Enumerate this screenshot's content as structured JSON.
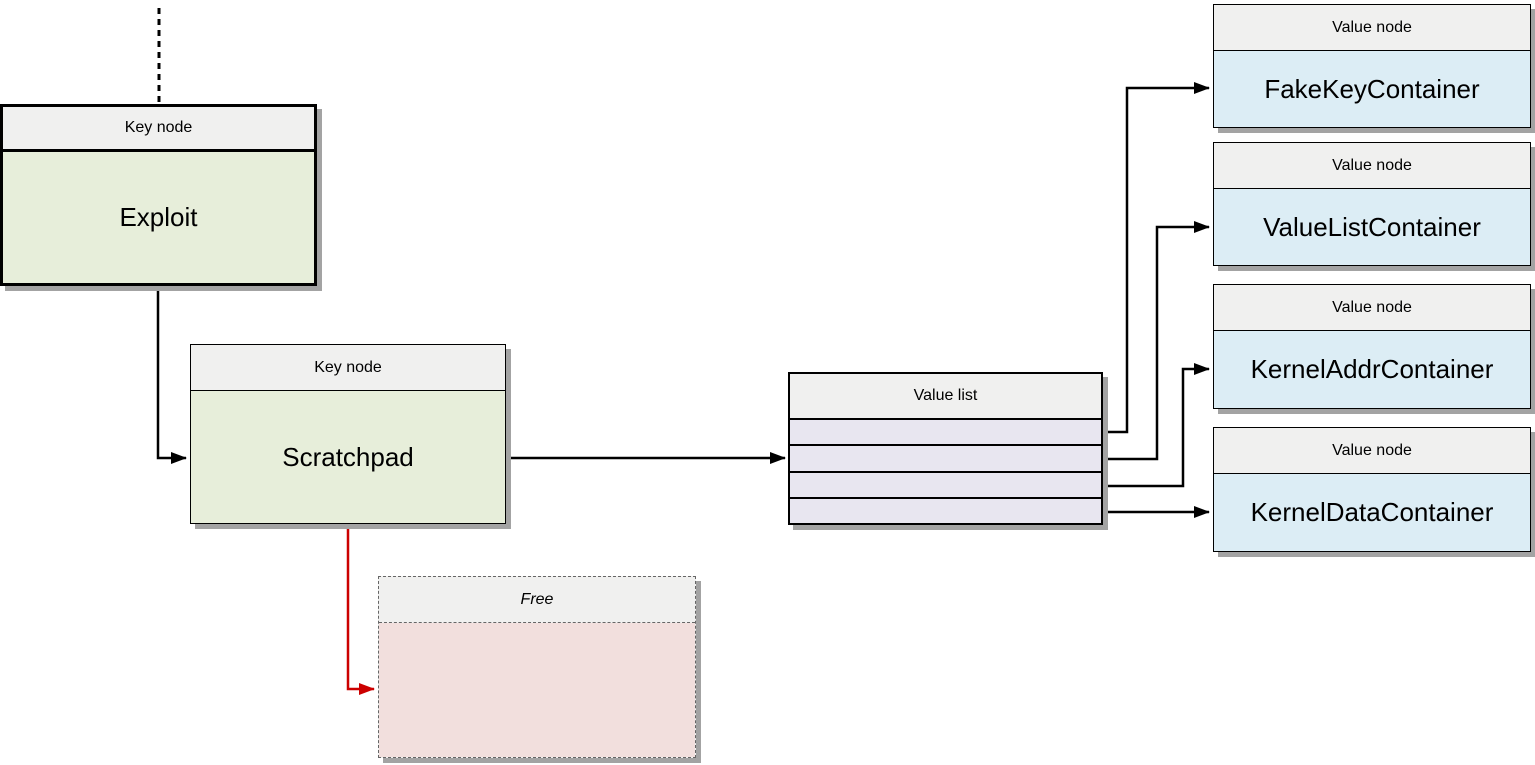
{
  "nodes": {
    "exploit": {
      "header": "Key node",
      "label": "Exploit"
    },
    "scratchpad": {
      "header": "Key node",
      "label": "Scratchpad"
    },
    "free": {
      "header": "Free"
    },
    "value_list": {
      "header": "Value list",
      "row_count": 4
    },
    "value_nodes": [
      {
        "header": "Value node",
        "label": "FakeKeyContainer"
      },
      {
        "header": "Value node",
        "label": "ValueListContainer"
      },
      {
        "header": "Value node",
        "label": "KernelAddrContainer"
      },
      {
        "header": "Value node",
        "label": "KernelDataContainer"
      }
    ]
  },
  "colors": {
    "key_node_fill": "#e7eeda",
    "value_node_fill": "#dcedf5",
    "value_list_row_fill": "#e8e6f0",
    "free_fill": "#f2dfdd",
    "header_fill": "#f0f0ef",
    "border": "#000000",
    "free_border": "#666666",
    "connector": "#000000",
    "free_connector": "#cc0000",
    "shadow": "#a3a3a3",
    "background": "#ffffff"
  }
}
